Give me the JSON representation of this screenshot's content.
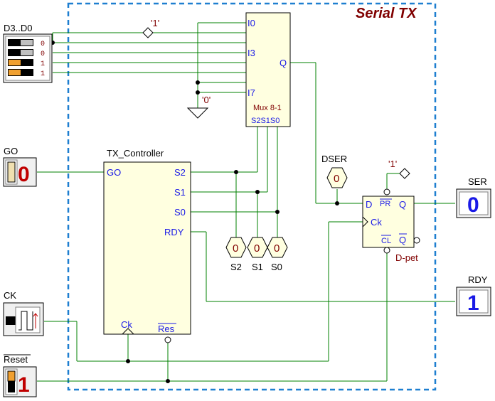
{
  "title": "Serial TX",
  "colors": {
    "frame": "#1e7fd0",
    "wire": "#008000",
    "block_fill": "#ffffe0",
    "pin_label": "#1a1ae6",
    "name_label": "#800000"
  },
  "inputs": {
    "dip": {
      "label": "D3..D0",
      "bits": [
        "0",
        "0",
        "1",
        "1"
      ]
    },
    "go": {
      "label": "GO",
      "value": "0"
    },
    "ck": {
      "label": "CK"
    },
    "reset": {
      "label": "Reset",
      "value": "1"
    }
  },
  "constants": {
    "one_top": "'1'",
    "zero": "'0'",
    "one_ff": "'1'"
  },
  "mux": {
    "name": "Mux 8-1",
    "inputs": [
      "I0",
      "I3",
      "I7"
    ],
    "output": "Q",
    "select": "S2S1S0"
  },
  "controller": {
    "name": "TX_Controller",
    "pins": {
      "go": "GO",
      "s2": "S2",
      "s1": "S1",
      "s0": "S0",
      "rdy": "RDY",
      "ck": "Ck",
      "res": "Res"
    }
  },
  "flipflop": {
    "name": "D-pet",
    "pins": {
      "d": "D",
      "ck": "Ck",
      "q": "Q",
      "qbar": "Q",
      "pr": "PR",
      "cl": "CL"
    }
  },
  "probes": {
    "dser": {
      "label": "DSER",
      "value": "0"
    },
    "s2": {
      "label": "S2",
      "value": "0"
    },
    "s1": {
      "label": "S1",
      "value": "0"
    },
    "s0": {
      "label": "S0",
      "value": "0"
    }
  },
  "outputs": {
    "ser": {
      "label": "SER",
      "value": "0"
    },
    "rdy": {
      "label": "RDY",
      "value": "1"
    }
  }
}
